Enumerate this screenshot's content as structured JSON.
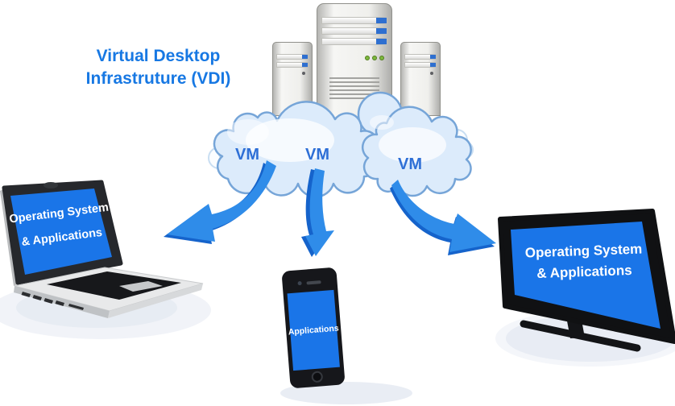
{
  "title": {
    "line1": "Virtual Desktop",
    "line2": "Infrastruture (VDI)"
  },
  "cloud": {
    "vm_labels": [
      "VM",
      "VM",
      "VM"
    ]
  },
  "devices": {
    "laptop": {
      "screen_line1": "Operating System",
      "screen_line2": "& Applications"
    },
    "phone": {
      "screen_label": "Applications"
    },
    "monitor": {
      "screen_line1": "Operating System",
      "screen_line2": "& Applications"
    }
  },
  "icons": {
    "servers": "server-tower-cluster-icon",
    "cloud": "cloud-icon",
    "arrows": "curved-arrow-icon",
    "laptop": "laptop-icon",
    "phone": "smartphone-icon",
    "monitor": "desktop-monitor-icon"
  },
  "colors": {
    "title_text": "#1778e3",
    "vm_text": "#2e6fd6",
    "screen_blue": "#1a75e8",
    "screen_text": "#ffffff",
    "arrow_blue": "#2f8ce9",
    "arrow_shadow_blue": "#1563cb",
    "cloud_fill": "#dcebfb",
    "cloud_stroke": "#76a5d8",
    "server_bay_blue": "#2e6fd0",
    "server_led_green": "#7cb83e",
    "background": "#ffffff"
  }
}
